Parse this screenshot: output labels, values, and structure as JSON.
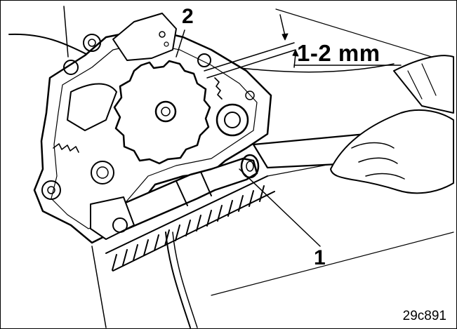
{
  "figure": {
    "callouts": {
      "part_2": "2",
      "part_1": "1",
      "clearance": "1-2 mm"
    },
    "figure_code": "29c891"
  },
  "colors": {
    "ink": "#000000",
    "paper": "#ffffff"
  }
}
